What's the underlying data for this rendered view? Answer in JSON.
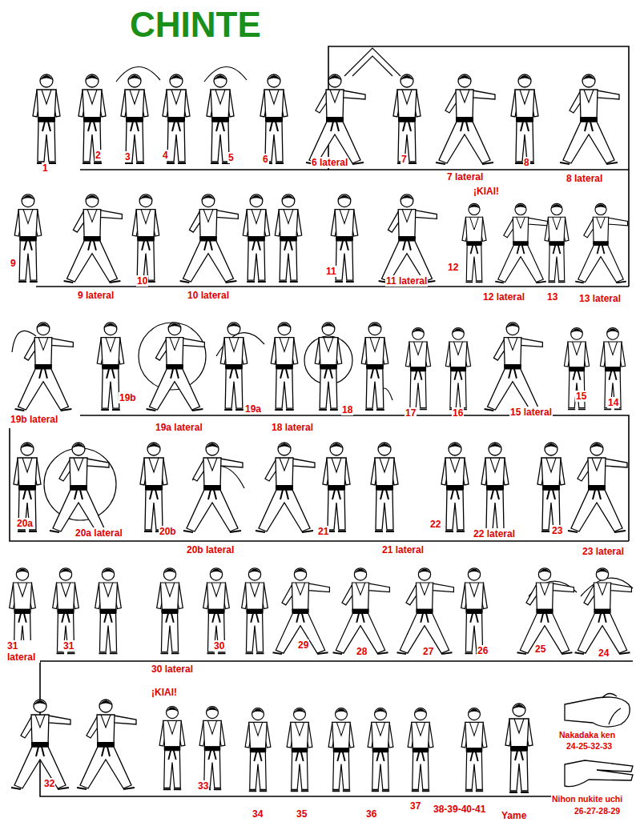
{
  "diagram": {
    "title": "CHINTE",
    "labels": [
      "1",
      "2",
      "3",
      "4",
      "5",
      "6",
      "6 lateral",
      "7",
      "7 lateral",
      "8",
      "8 lateral",
      "9",
      "9 lateral",
      "10",
      "10 lateral",
      "11",
      "11 lateral",
      "¡KIAI!",
      "12",
      "12 lateral",
      "13",
      "13 lateral",
      "19b lateral",
      "19b",
      "19a lateral",
      "19a",
      "18 lateral",
      "18",
      "17",
      "16",
      "15 lateral",
      "15",
      "14",
      "20a",
      "20a lateral",
      "20b",
      "20b lateral",
      "21",
      "21 lateral",
      "22",
      "22 lateral",
      "23",
      "23 lateral",
      "31 lateral",
      "31",
      "30 lateral",
      "30",
      "29",
      "28",
      "27",
      "26",
      "25",
      "24",
      "32",
      "¡KIAI!",
      "33",
      "34",
      "35",
      "36",
      "37",
      "38-39-40-41",
      "Yame",
      "Nakadaka ken",
      "24-25-32-33",
      "Nihon nukite uchi",
      "26-27-28-29"
    ]
  }
}
